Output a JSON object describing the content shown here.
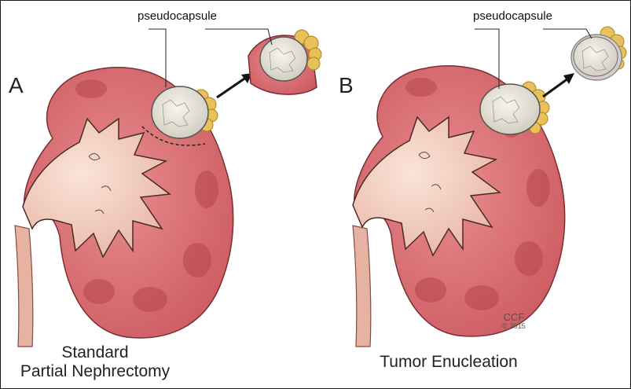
{
  "panel_a": {
    "letter": "A",
    "callout": "pseudocapsule",
    "caption_line1": "Standard",
    "caption_line2": "Partial Nephrectomy"
  },
  "panel_b": {
    "letter": "B",
    "callout": "pseudocapsule",
    "caption": "Tumor Enucleation"
  },
  "credit": {
    "line1": "CCF",
    "line2": "© 2015"
  },
  "colors": {
    "cortex": "#d96a6e",
    "medulla": "#c0505a",
    "pelvis": "#f0c4b6",
    "ureter": "#e6b3a3",
    "tumor": "#e8e6dc",
    "fat": "#e9c15a",
    "outline": "#222222"
  }
}
